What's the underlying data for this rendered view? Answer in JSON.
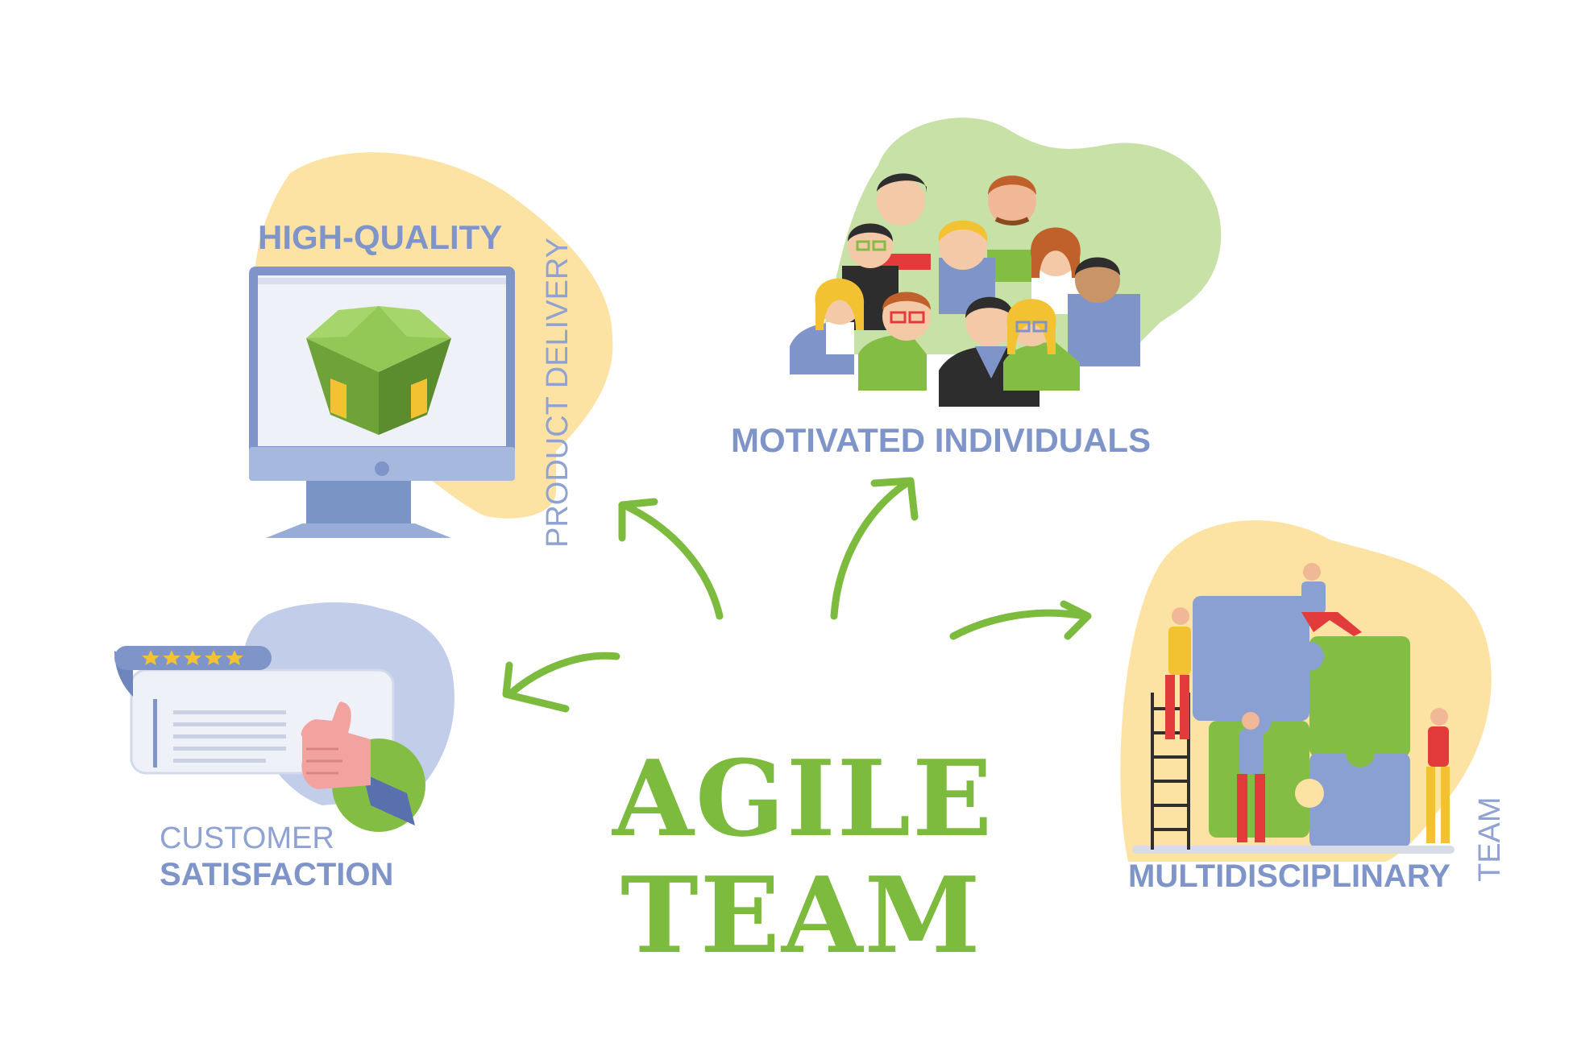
{
  "title": {
    "line1": "AGILE",
    "line2": "TEAM"
  },
  "nodes": {
    "quality": {
      "label_bold": "HIGH-QUALITY",
      "label_vertical": "PRODUCT DELIVERY"
    },
    "individuals": {
      "label_bold": "MOTIVATED INDIVIDUALS"
    },
    "team": {
      "label_bold": "MULTIDISCIPLINARY",
      "label_vertical": "TEAM"
    },
    "customer": {
      "label_light": "CUSTOMER",
      "label_bold": "SATISFACTION"
    }
  },
  "colors": {
    "green": "#7cbb3e",
    "blue_label": "#7f95c9",
    "yellow_blob": "#fde3a3",
    "green_blob": "#c8e1a7",
    "blue_blob": "#c1cde9",
    "puzzle_blue": "#8a9fd2",
    "puzzle_green": "#84bd44"
  },
  "icons": [
    "monitor-icon",
    "box-icon",
    "people-group-icon",
    "puzzle-icon",
    "ladder-icon",
    "review-card-icon",
    "star-icon",
    "thumbs-up-icon",
    "arrow-icon"
  ],
  "rating": {
    "stars": 5
  }
}
